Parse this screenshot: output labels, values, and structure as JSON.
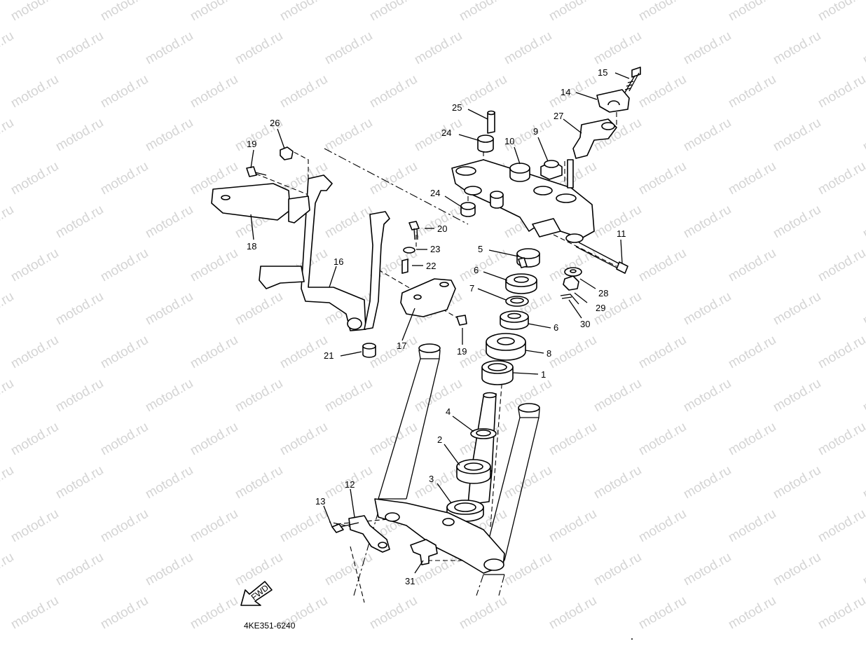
{
  "watermark": {
    "text": "motod.ru",
    "color": "#d4d4d4"
  },
  "diagram_code": "4KE351-6240",
  "fwd_label": "FWD",
  "callouts": [
    {
      "id": "c15",
      "text": "15"
    },
    {
      "id": "c14",
      "text": "14"
    },
    {
      "id": "c27",
      "text": "27"
    },
    {
      "id": "c25",
      "text": "25"
    },
    {
      "id": "c24a",
      "text": "24"
    },
    {
      "id": "c9",
      "text": "9"
    },
    {
      "id": "c10",
      "text": "10"
    },
    {
      "id": "c26",
      "text": "26"
    },
    {
      "id": "c19a",
      "text": "19"
    },
    {
      "id": "c24b",
      "text": "24"
    },
    {
      "id": "c20",
      "text": "20"
    },
    {
      "id": "c11",
      "text": "11"
    },
    {
      "id": "c18",
      "text": "18"
    },
    {
      "id": "c5",
      "text": "5"
    },
    {
      "id": "c23",
      "text": "23"
    },
    {
      "id": "c22",
      "text": "22"
    },
    {
      "id": "c16",
      "text": "16"
    },
    {
      "id": "c6a",
      "text": "6"
    },
    {
      "id": "c28",
      "text": "28"
    },
    {
      "id": "c7",
      "text": "7"
    },
    {
      "id": "c29",
      "text": "29"
    },
    {
      "id": "c30",
      "text": "30"
    },
    {
      "id": "c6b",
      "text": "6"
    },
    {
      "id": "c17",
      "text": "17"
    },
    {
      "id": "c19b",
      "text": "19"
    },
    {
      "id": "c8",
      "text": "8"
    },
    {
      "id": "c21",
      "text": "21"
    },
    {
      "id": "c1",
      "text": "1"
    },
    {
      "id": "c4",
      "text": "4"
    },
    {
      "id": "c2",
      "text": "2"
    },
    {
      "id": "c3",
      "text": "3"
    },
    {
      "id": "c12",
      "text": "12"
    },
    {
      "id": "c13",
      "text": "13"
    },
    {
      "id": "c31",
      "text": "31"
    }
  ]
}
